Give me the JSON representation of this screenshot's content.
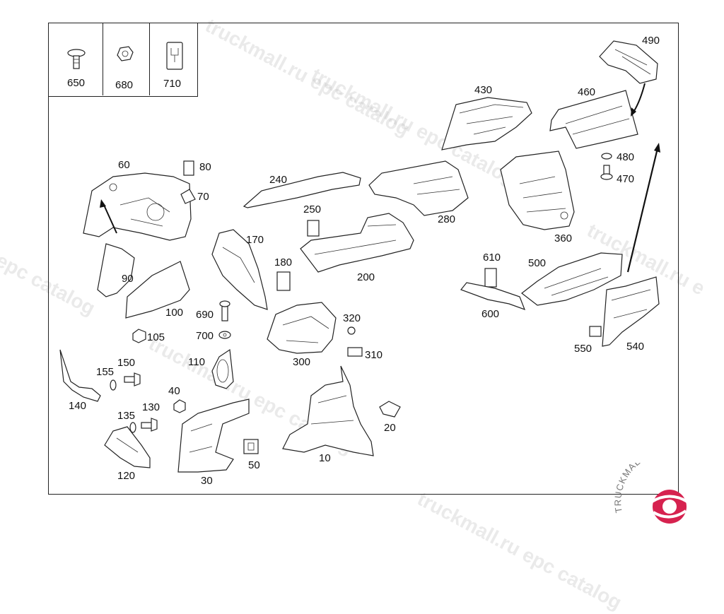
{
  "legend": {
    "items": [
      "650",
      "680",
      "710"
    ]
  },
  "labels": {
    "l490": "490",
    "l460": "460",
    "l430": "430",
    "l480": "480",
    "l470": "470",
    "l60": "60",
    "l80": "80",
    "l70": "70",
    "l240": "240",
    "l250": "250",
    "l280": "280",
    "l360": "360",
    "l170": "170",
    "l180": "180",
    "l200": "200",
    "l90": "90",
    "l100": "100",
    "l690": "690",
    "l700": "700",
    "l105": "105",
    "l320": "320",
    "l310": "310",
    "l300": "300",
    "l610": "610",
    "l500": "500",
    "l600": "600",
    "l550": "550",
    "l540": "540",
    "l110": "110",
    "l150": "150",
    "l155": "155",
    "l140": "140",
    "l40": "40",
    "l135": "135",
    "l130": "130",
    "l120": "120",
    "l30": "30",
    "l50": "50",
    "l10": "10",
    "l20": "20"
  },
  "watermarks": [
    "truckmall.ru epc catalog",
    "truckmall.ru epc catalog",
    "truckmall.ru epc catalog",
    "truckmall.ru epc catalog",
    "l epc catalog",
    "truckmall.ru e"
  ],
  "brand": {
    "text": "TRUCKMALLPARTS",
    "color": "#d6224f"
  }
}
